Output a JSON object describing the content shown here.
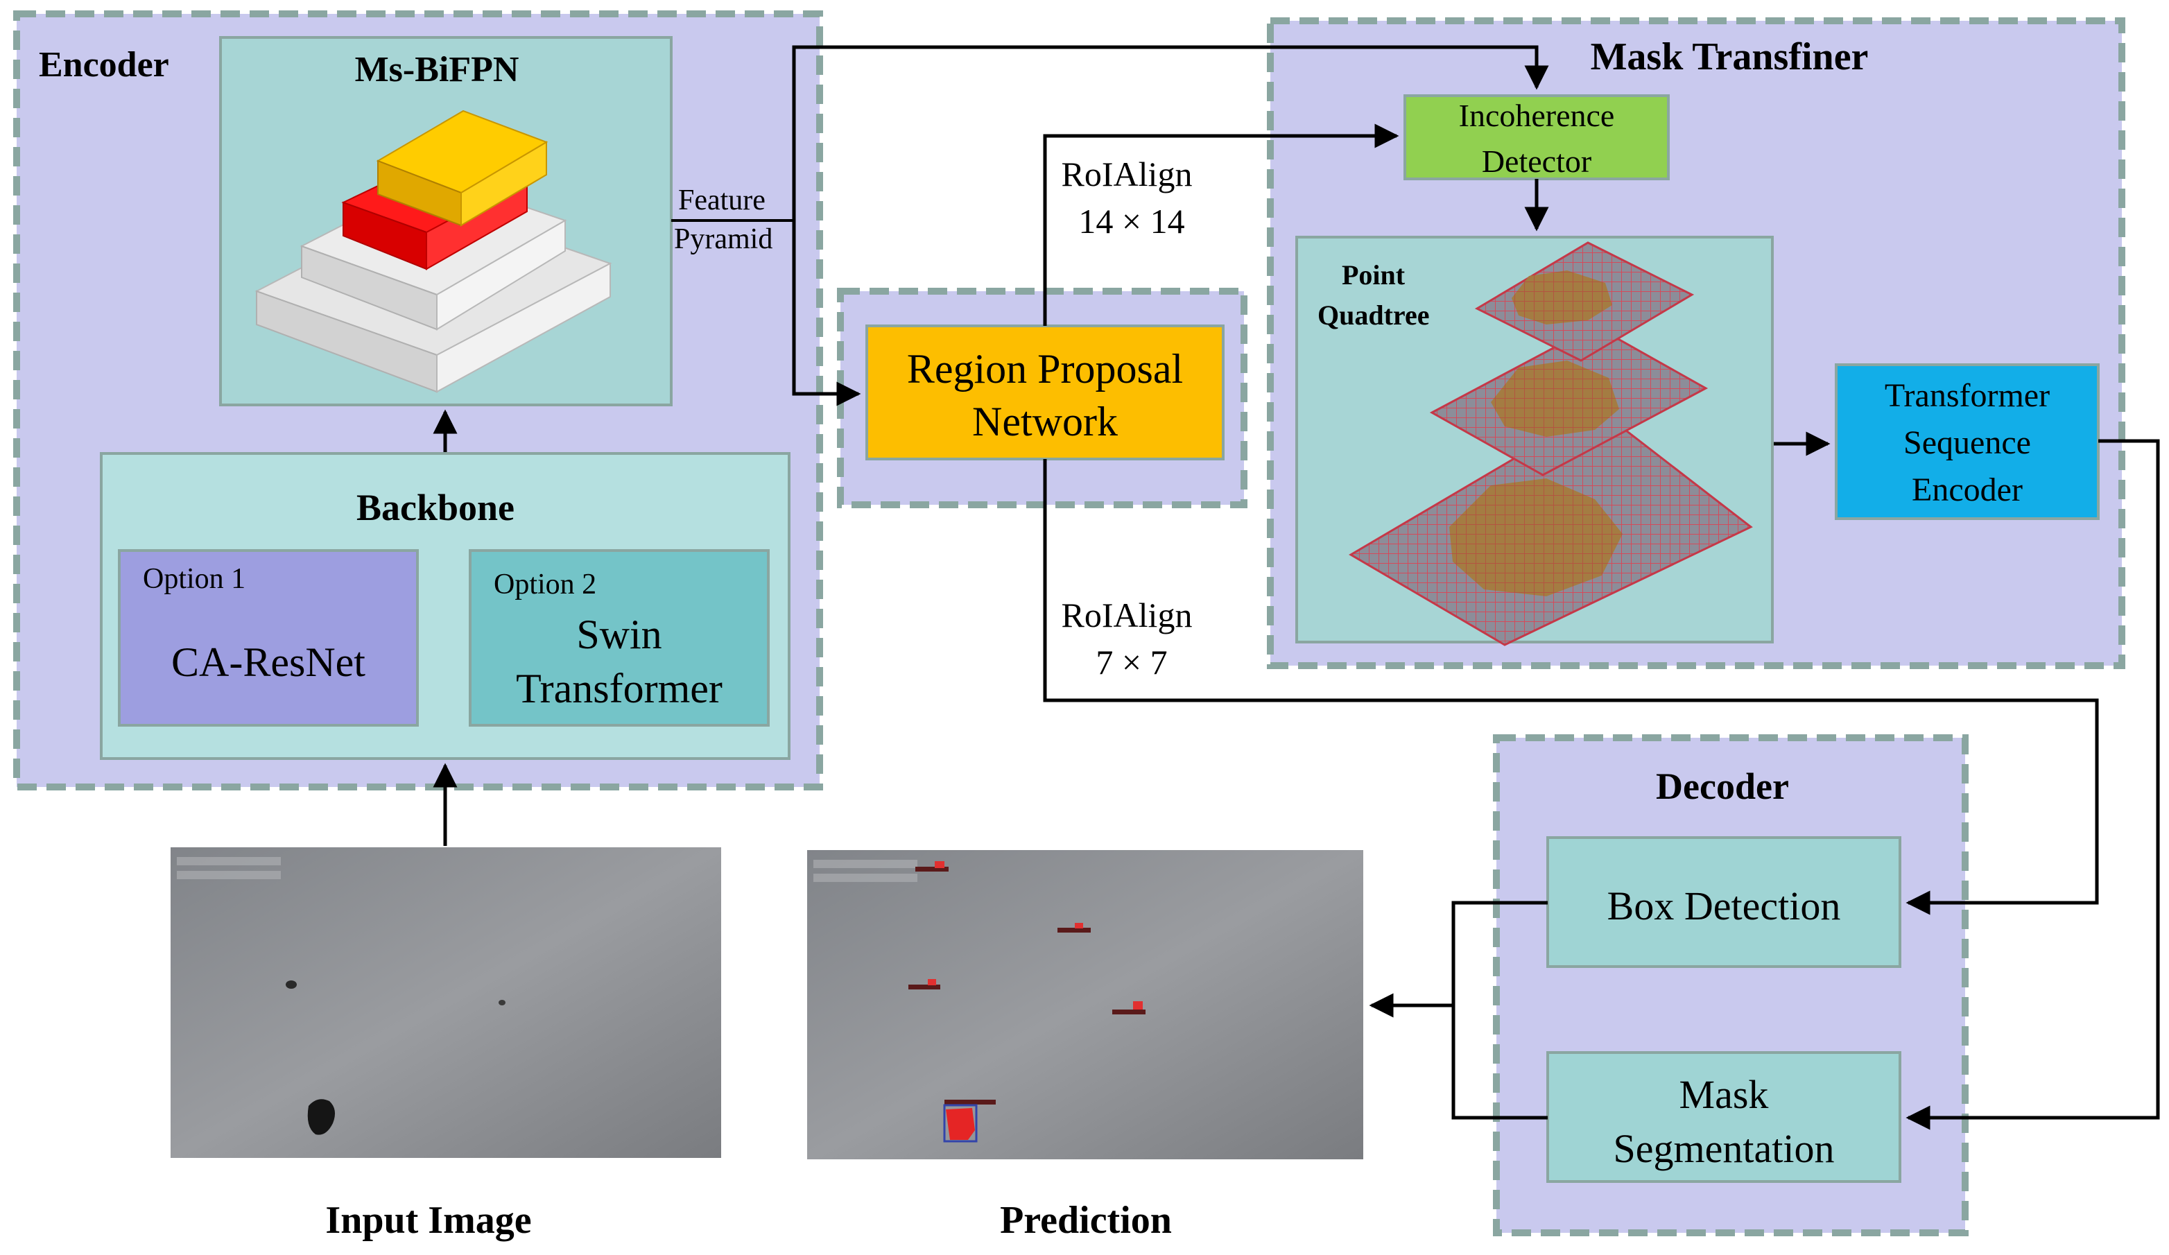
{
  "encoder": {
    "title": "Encoder",
    "msbifpn_title": "Ms-BiFPN",
    "backbone_title": "Backbone",
    "option1_label": "Option 1",
    "option1_name": "CA-ResNet",
    "option2_label": "Option 2",
    "option2_line1": "Swin",
    "option2_line2": "Transformer"
  },
  "feature_pyramid": {
    "line1": "Feature",
    "line2": "Pyramid"
  },
  "rpn": {
    "line1": "Region Proposal",
    "line2": "Network"
  },
  "roialign_top": {
    "line1": "RoIAlign",
    "line2": "14 × 14"
  },
  "roialign_bottom": {
    "line1": "RoIAlign",
    "line2": "7 × 7"
  },
  "mask_transfiner": {
    "title": "Mask Transfiner",
    "incoherence_line1": "Incoherence",
    "incoherence_line2": "Detector",
    "quadtree_line1": "Point",
    "quadtree_line2": "Quadtree",
    "transformer_line1": "Transformer",
    "transformer_line2": "Sequence",
    "transformer_line3": "Encoder"
  },
  "decoder": {
    "title": "Decoder",
    "box_detection": "Box Detection",
    "mask_line1": "Mask",
    "mask_line2": "Segmentation"
  },
  "images": {
    "input_label": "Input Image",
    "prediction_label": "Prediction"
  },
  "colors": {
    "panel_purple": "#c9c9ee",
    "panel_border": "#8aa6a1",
    "light_teal": "#b5e0e0",
    "teal": "#a7d5d5",
    "option1": "#9d9ee0",
    "option2": "#74c4c8",
    "rpn": "#fdbe00",
    "incoherence": "#91d050",
    "transformer": "#12aee8",
    "decoder_box": "#9fd4d4",
    "arrow": "#000000"
  }
}
